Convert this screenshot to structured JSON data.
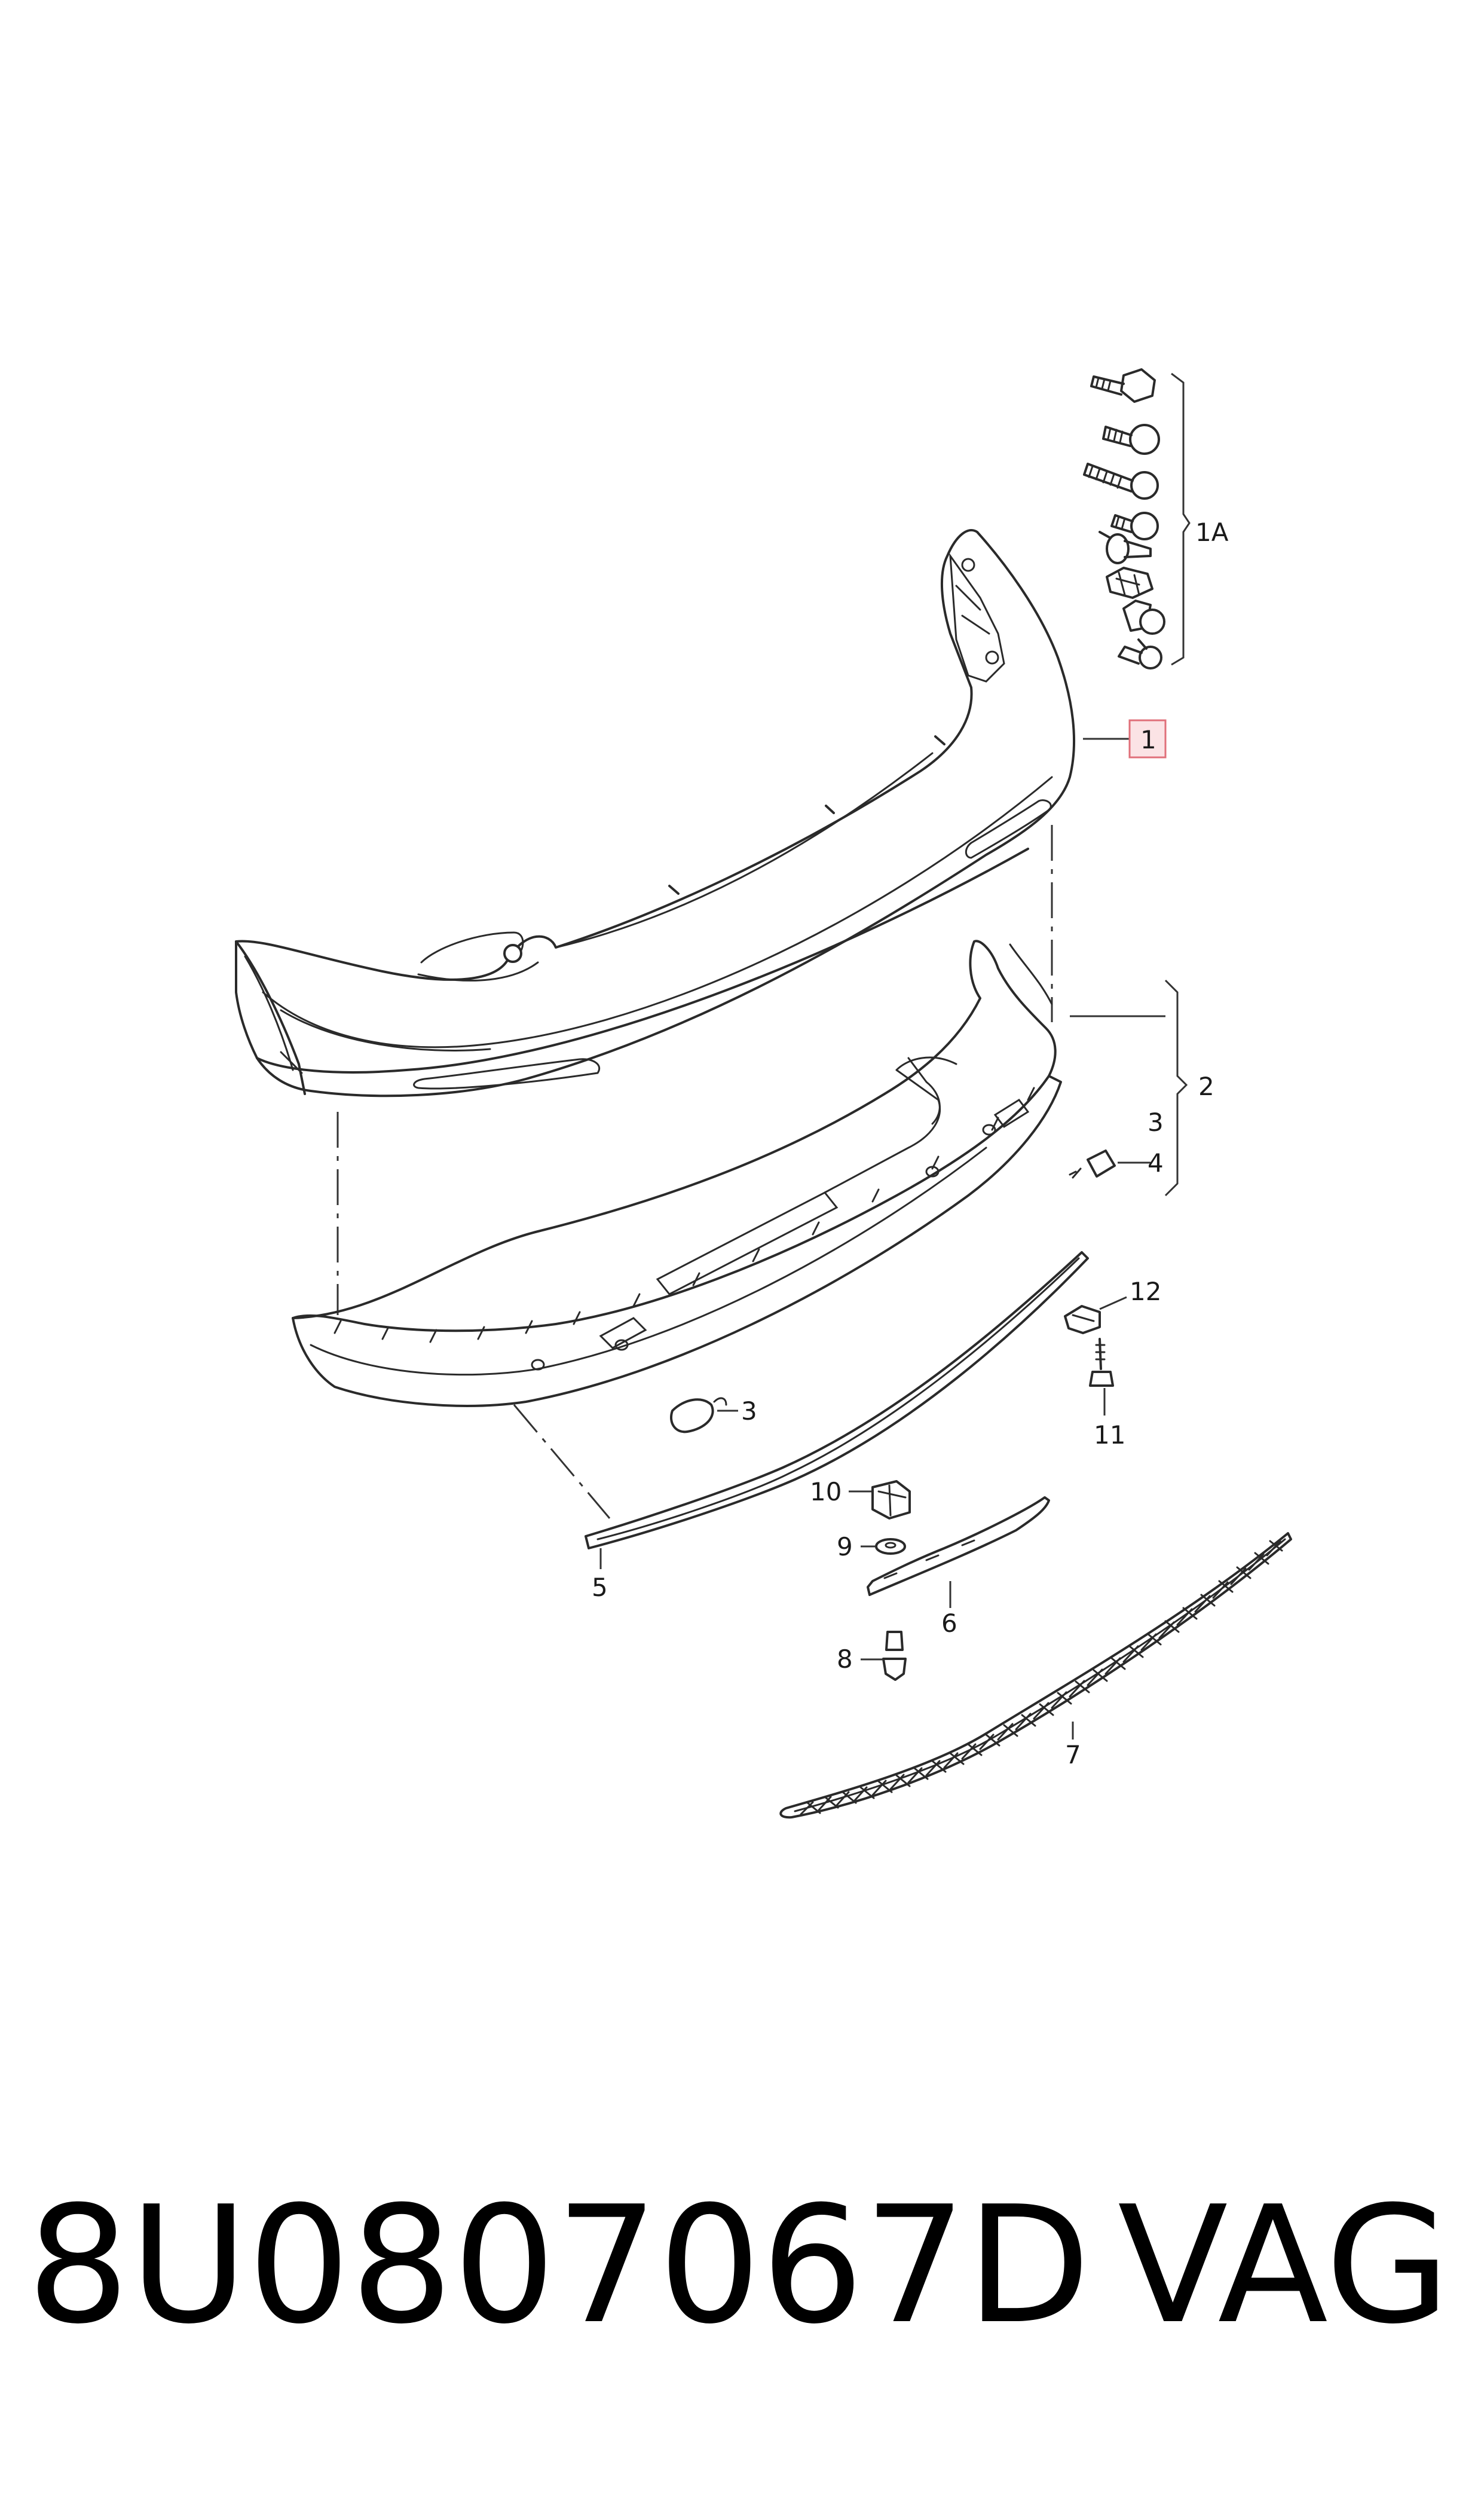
{
  "diagram": {
    "callouts": {
      "c1": "1",
      "c1a": "1A",
      "c2": "2",
      "c3_top": "3",
      "c3_bottom": "3",
      "c4": "4",
      "c5": "5",
      "c6": "6",
      "c7": "7",
      "c8": "8",
      "c9": "9",
      "c10": "10",
      "c11": "11",
      "c12": "12"
    },
    "highlight_color": "#e0707a"
  },
  "footer": {
    "part_number": "8U0807067D",
    "brand": "VAG"
  }
}
